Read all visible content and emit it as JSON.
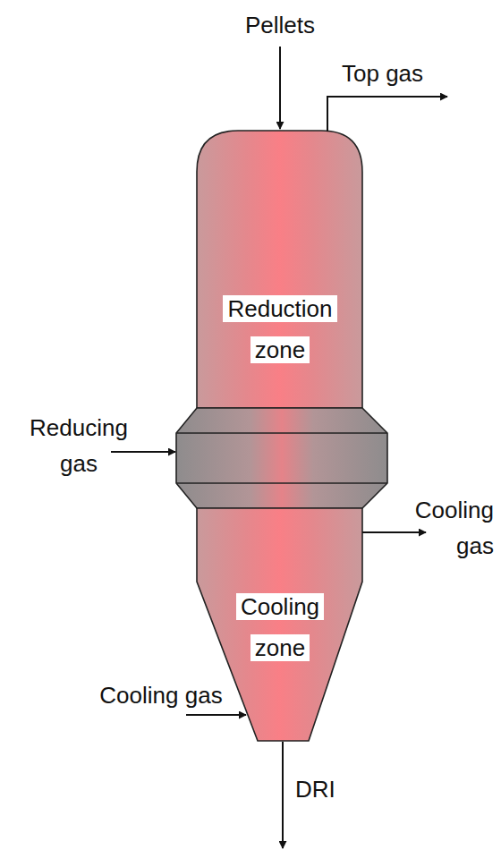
{
  "diagram": {
    "labels": [
      "Pellets",
      "Top gas",
      "Reduction zone",
      "Reducing gas",
      "Cooling gas",
      "Cooling zone",
      "Cooling gas",
      "DRI"
    ]
  }
}
